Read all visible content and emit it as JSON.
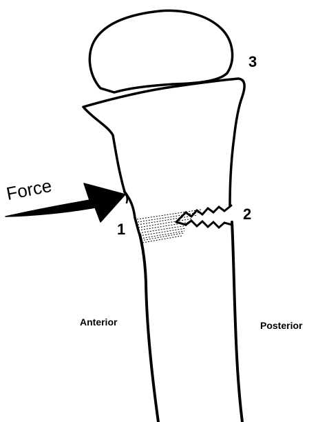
{
  "diagram": {
    "force_label": "Force",
    "markers": {
      "one": "1",
      "two": "2",
      "three": "3"
    },
    "sides": {
      "anterior": "Anterior",
      "posterior": "Posterior"
    },
    "colors": {
      "ink": "#000000",
      "background": "#ffffff"
    }
  }
}
